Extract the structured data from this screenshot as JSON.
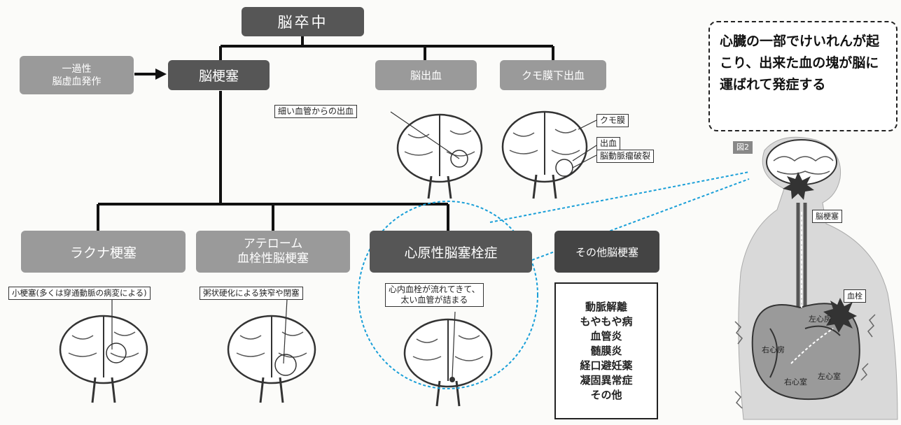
{
  "root": "脳卒中",
  "tia": [
    "一過性",
    "脳虚血発作"
  ],
  "infarction": "脳梗塞",
  "hemorrhage": "脳出血",
  "subarachnoid": "クモ膜下出血",
  "labels": {
    "small_vessel_bleed": "細い血管からの出血",
    "arachnoid": "クモ膜",
    "bleed": "出血",
    "aneurysm": "脳動脈瘤破裂",
    "lacunar_desc": "小梗塞(多くは穿通動脈の病変による)",
    "athero_desc": "粥状硬化による狭窄や閉塞",
    "cardio_desc": [
      "心内血栓が流れてきて、",
      "太い血管が詰まる"
    ]
  },
  "subtypes": {
    "lacunar": "ラクナ梗塞",
    "athero": [
      "アテローム",
      "血栓性脳梗塞"
    ],
    "cardio": "心原性脳塞栓症",
    "other": "その他脳梗塞"
  },
  "other_list": [
    "動脈解離",
    "もやもや病",
    "血管炎",
    "髄膜炎",
    "経口避妊薬",
    "凝固異常症",
    "その他"
  ],
  "callout": "心臓の一部でけいれんが起こり、出来た血の塊が脳に運ばれて発症する",
  "figure": {
    "label": "図2",
    "infarct": "脳梗塞",
    "thrombus": "血栓",
    "left_atrium": "左心房",
    "right_atrium": "右心房",
    "right_ventricle": "右心室",
    "left_ventricle": "左心室"
  },
  "colors": {
    "dark_box": "#565656",
    "mid_box": "#7d7d7d",
    "light_box": "#9a9a9a",
    "highlight": "#1a9fd8"
  }
}
